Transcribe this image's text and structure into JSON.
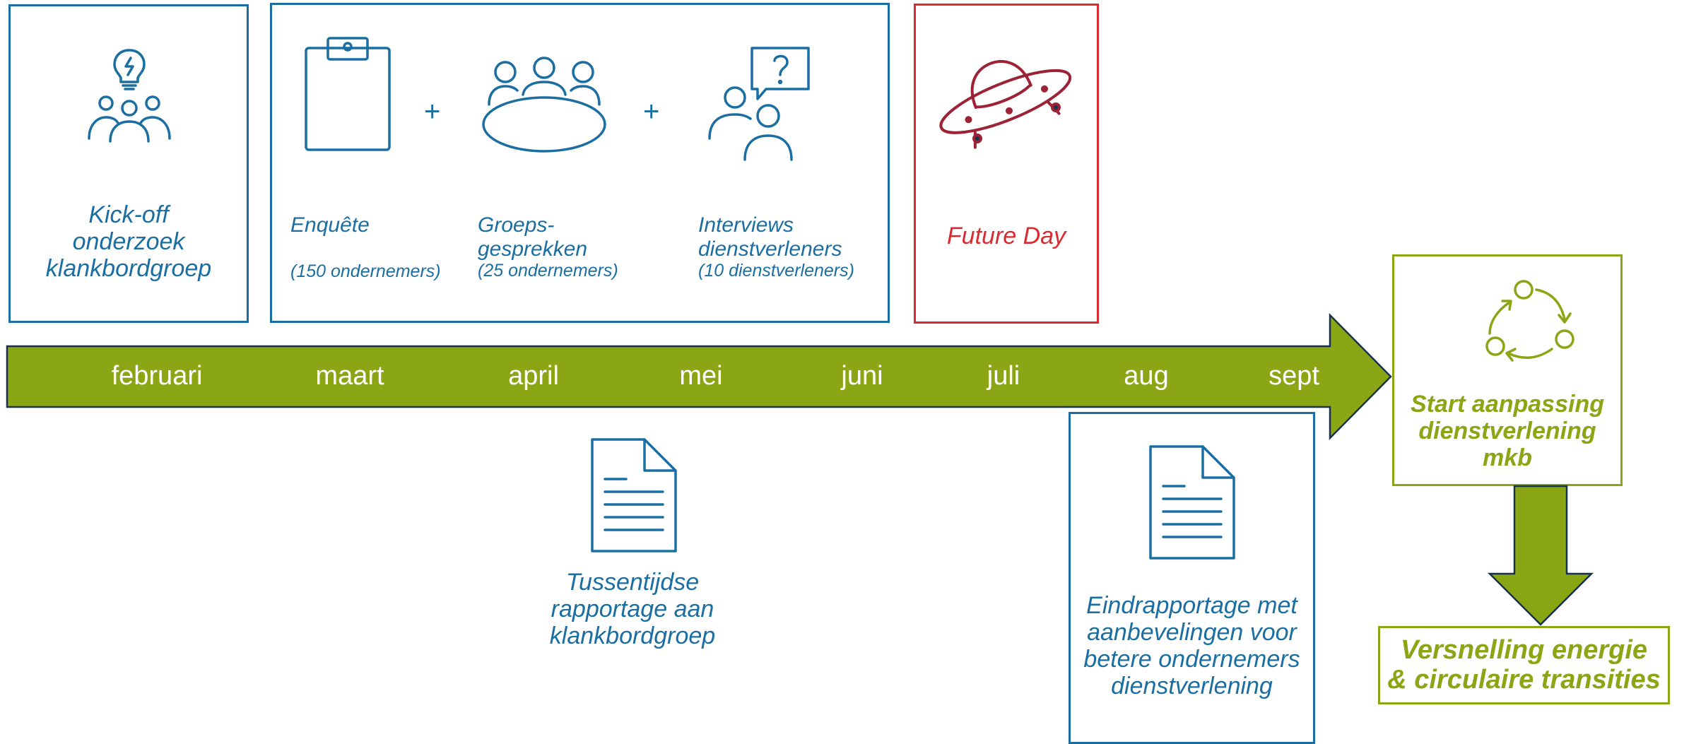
{
  "kickoff": {
    "line1": "Kick-off",
    "line2": "onderzoek",
    "line3": "klankbordgroep"
  },
  "enquete": {
    "title": "Enquête",
    "sub": "(150 ondernemers)"
  },
  "groeps": {
    "line1": "Groeps-",
    "line2": "gesprekken",
    "sub": "(25 ondernemers)"
  },
  "interviews": {
    "line1": "Interviews",
    "line2": "dienstverleners",
    "sub": "(10 dienstverleners)"
  },
  "plus1": "+",
  "plus2": "+",
  "future_day": "Future Day",
  "months": [
    "februari",
    "maart",
    "april",
    "mei",
    "juni",
    "juli",
    "aug",
    "sept"
  ],
  "tussentijdse": {
    "line1": "Tussentijdse",
    "line2": "rapportage aan",
    "line3": "klankbordgroep"
  },
  "eindrapportage": {
    "line1": "Eindrapportage met",
    "line2": "aanbevelingen voor",
    "line3": "betere ondernemers",
    "line4": "dienstverlening"
  },
  "start": {
    "line1": "Start aanpassing",
    "line2": "dienstverlening",
    "line3": "mkb"
  },
  "versnelling": {
    "line1": "Versnelling energie",
    "line2": "& circulaire transities"
  },
  "colors": {
    "blue": "#1a6ea2",
    "red": "#d92b2f",
    "green": "#8ba614",
    "dark_red": "#9b2335",
    "navy": "#17324d"
  }
}
